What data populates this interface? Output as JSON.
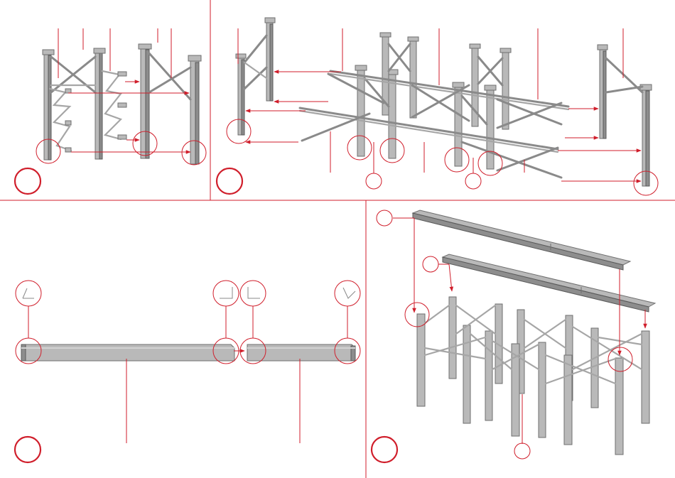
{
  "document": {
    "panels": [
      {
        "name": "step-1",
        "step_number": ""
      },
      {
        "name": "step-2",
        "step_number": ""
      },
      {
        "name": "step-3",
        "step_number": ""
      },
      {
        "name": "step-4",
        "step_number": ""
      }
    ],
    "colors": {
      "accent": "#d01e2b",
      "steel": "#b9b9b9",
      "steel_dark": "#8d8d8d",
      "outline": "#6f6f6f"
    }
  }
}
